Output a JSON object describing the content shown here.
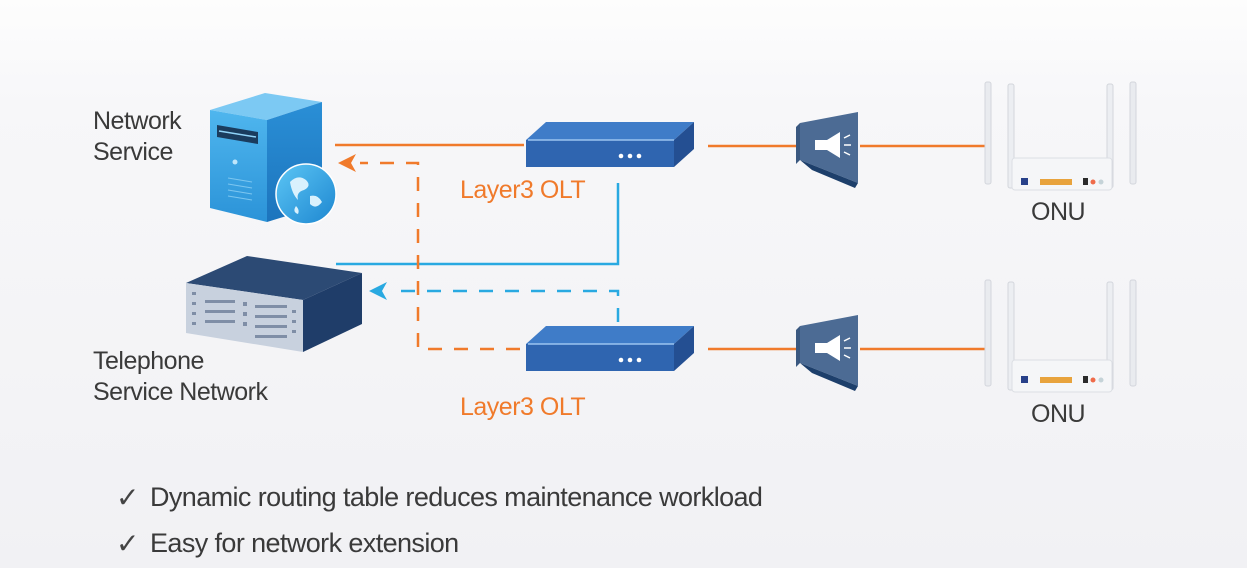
{
  "diagram": {
    "nodes": {
      "network_service": {
        "label_line1": "Network",
        "label_line2": "Service",
        "icon": "server-globe-icon"
      },
      "telephone_service": {
        "label_line1": "Telephone",
        "label_line2": "Service Network",
        "icon": "telephone-switch-icon"
      },
      "olt_top": {
        "label": "Layer3 OLT",
        "icon": "olt-device-icon"
      },
      "olt_bottom": {
        "label": "Layer3 OLT",
        "icon": "olt-device-icon"
      },
      "splitter_top": {
        "icon": "optical-splitter-icon"
      },
      "splitter_bottom": {
        "icon": "optical-splitter-icon"
      },
      "onu_top": {
        "label": "ONU",
        "icon": "router-icon"
      },
      "onu_bottom": {
        "label": "ONU",
        "icon": "router-icon"
      }
    },
    "links": [
      {
        "from": "olt_top",
        "to": "network_service",
        "style": "solid",
        "color": "orange"
      },
      {
        "from": "olt_top",
        "to": "telephone_service",
        "style": "solid",
        "color": "blue"
      },
      {
        "from": "olt_bottom",
        "to": "network_service",
        "style": "dashed",
        "color": "orange",
        "arrow": true
      },
      {
        "from": "olt_bottom",
        "to": "telephone_service",
        "style": "dashed",
        "color": "blue",
        "arrow": true
      },
      {
        "from": "olt_top",
        "to": "splitter_top",
        "style": "solid",
        "color": "orange"
      },
      {
        "from": "splitter_top",
        "to": "onu_top",
        "style": "solid",
        "color": "orange"
      },
      {
        "from": "olt_bottom",
        "to": "splitter_bottom",
        "style": "solid",
        "color": "orange"
      },
      {
        "from": "splitter_bottom",
        "to": "onu_bottom",
        "style": "solid",
        "color": "orange"
      }
    ]
  },
  "benefits": [
    {
      "mark": "✓",
      "text": "Dynamic routing table reduces maintenance workload"
    },
    {
      "mark": "✓",
      "text": "Easy for network extension"
    }
  ],
  "colors": {
    "orange": "#f07a2b",
    "blue": "#29a9e1",
    "olt": "#2f65b0",
    "splitter": "#4a6a93",
    "server": "#1f8fd6",
    "text": "#3a3a3a"
  }
}
